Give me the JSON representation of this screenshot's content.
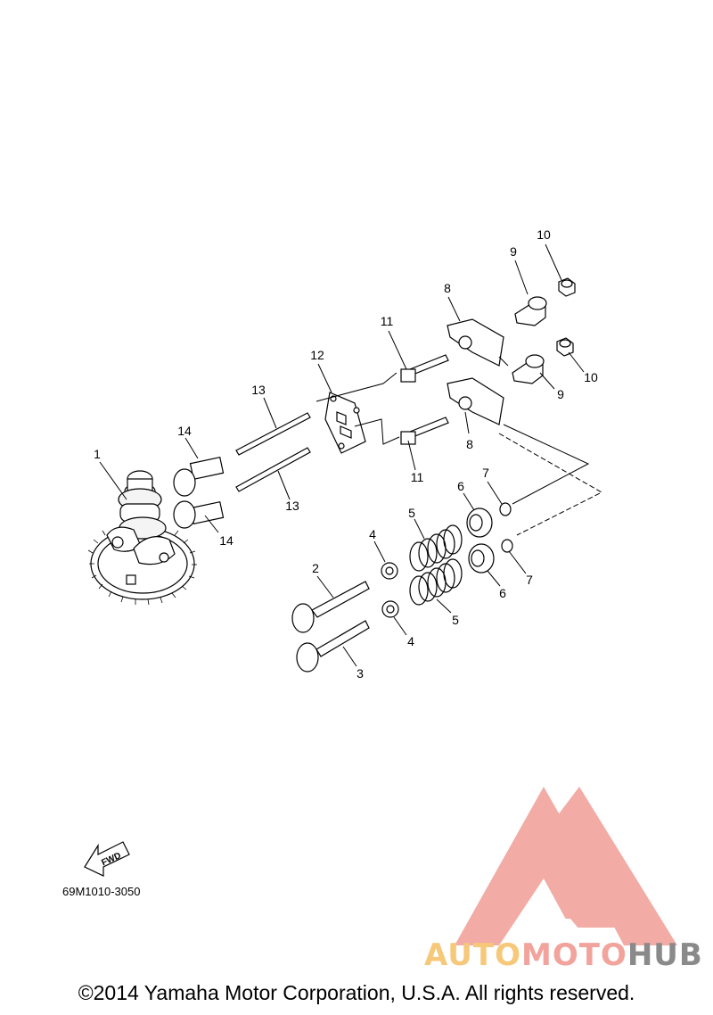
{
  "callouts": {
    "c1": "1",
    "c2": "2",
    "c3": "3",
    "c4a": "4",
    "c4b": "4",
    "c5a": "5",
    "c5b": "5",
    "c6a": "6",
    "c6b": "6",
    "c7a": "7",
    "c7b": "7",
    "c8a": "8",
    "c8b": "8",
    "c9a": "9",
    "c9b": "9",
    "c10a": "10",
    "c10b": "10",
    "c11a": "11",
    "c11b": "11",
    "c12": "12",
    "c13a": "13",
    "c13b": "13",
    "c14a": "14",
    "c14b": "14"
  },
  "fwd_arrow_label": "FWD",
  "part_code": "69M1010-3050",
  "copyright": "©2014 Yamaha Motor Corporation, U.S.A. All rights reserved.",
  "watermark": {
    "auto": "AUTO",
    "moto": "MOTO",
    "hub": "HUB"
  },
  "colors": {
    "watermark_red": "#f1a39c",
    "watermark_orange": "#f6c87a",
    "watermark_gray": "#8a8a8a"
  }
}
